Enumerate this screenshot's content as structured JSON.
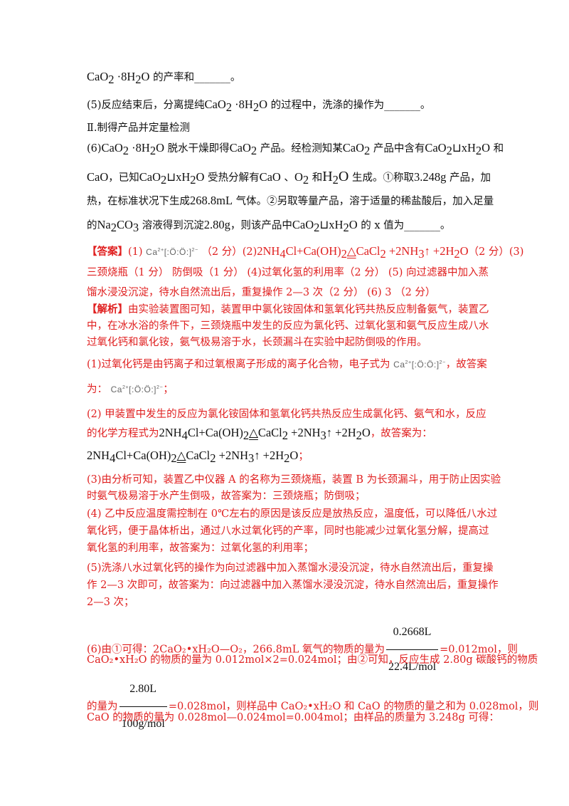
{
  "q_line1": [
    "CaO",
    "2",
    " ·8H",
    "2",
    "O",
    " 的产率和_______。"
  ],
  "q5": [
    "(5)反应结束后，分离提纯",
    "CaO",
    "2",
    " ·8H",
    "2",
    "O",
    " 的过程中，洗涤的操作为_______。"
  ],
  "section2": "Ⅱ.制得产品并定量检测",
  "q6_line1": [
    "(6)",
    "CaO",
    "2",
    " ·8H",
    "2",
    "O",
    " 脱水干燥即得",
    "CaO",
    "2",
    " 产品。经检测知某",
    "CaO",
    "2",
    " 产品中含有",
    "CaO",
    "2",
    "⊔xH",
    "2",
    "O",
    " 和"
  ],
  "q6_line2": [
    "CaO",
    "，已知",
    "CaO",
    "2",
    "⊔xH",
    "2",
    "O",
    " 受热分解有",
    "CaO",
    " 、",
    "O",
    "2",
    " 和",
    "H",
    "2",
    "O",
    " 生成。①称取",
    "3.248g",
    " 产品，加"
  ],
  "q6_line3": [
    "热，在标准状况下生成",
    "268.8mL",
    " 气体。②另取等量产品，溶于适量的稀盐酸后，加入足量"
  ],
  "q6_line4": [
    "的",
    "Na",
    "2",
    "CO",
    "3",
    " 溶液得到沉淀",
    "2.80g",
    "，则该产品中",
    "CaO",
    "2",
    "⊔xH",
    "2",
    "O",
    " 的 x 值为_______。"
  ],
  "answer": {
    "label": "【答案】",
    "line1": [
      "(1)",
      "Ca",
      "2+",
      "[:Ö:Ö:]",
      "2−",
      "（2 分）(2)",
      "2NH",
      "4",
      "Cl+Ca(OH)",
      "2",
      "△",
      "CaCl",
      "2",
      " +2NH",
      "3",
      "↑",
      " +2H",
      "2",
      "O",
      "（2 分）(3)"
    ],
    "line2": "三颈烧瓶（1 分）    防倒吸（1 分）  (4)过氧化氢的利用率（2 分）      (5)  向过滤器中加入蒸",
    "line3": "馏水浸没沉淀，待水自然流出后，重复操作 2—3 次（2 分）      (6) 3  （2 分）"
  },
  "analysis": {
    "label": "【解析】",
    "line1": "由实验装置图可知，装置甲中氯化铵固体和氢氧化钙共热反应制备氨气，装置乙",
    "line2": "中，在冰水浴的条件下，三颈烧瓶中发生的反应为氯化钙、过氧化氢和氨气反应生成八水",
    "line3": "过氧化钙和氯化铵，氨气极易溶于水，长颈漏斗在实验中起防倒吸的作用。",
    "p1_a": "(1)过氧化钙是由钙离子和过氧根离子形成的离子化合物，电子式为",
    "p1_b": "，故答案",
    "p1_c": "为：",
    "p1_d": "；",
    "p2_a": "(2)  甲装置中发生的反应为氯化铵固体和氢氧化钙共热反应生成氯化钙、氨气和水，反应",
    "p2_b": "的化学方程式为",
    "p2_c": "，故答案为：",
    "p2_d": "；",
    "p3_a": "(3)由分析可知，装置乙中仪器 A 的名称为三颈烧瓶，装置 B 为长颈漏斗，用于防止因实验",
    "p3_b": "时氨气极易溶于水产生倒吸，故答案为：三颈烧瓶；防倒吸；",
    "p4_a": "(4)  乙中反应温度需控制在 0℃左右的原因是该反应是放热反应，温度低，可以降低八水过",
    "p4_b": "氧化钙，便于晶体析出，通过八水过氧化钙的产率，同时也能减少过氧化氢分解，提高过",
    "p4_c": "氧化氢的利用率，故答案为：过氧化氢的利用率；",
    "p5_a": "(5)洗涤八水过氧化钙的操作为向过滤器中加入蒸馏水浸没沉淀，待水自然流出后，重复操",
    "p5_b": "作 2—3 次即可，故答案为：向过滤器中加入蒸馏水浸没沉淀，待水自然流出后，重复操作",
    "p5_c": "2—3 次；",
    "p6_a": "(6)由①可得：2CaO₂•xH₂O—O₂，266.8mL 氧气的物质的量为",
    "p6_frac1_num": "0.2668L",
    "p6_frac1_den": "22.4L/mol",
    "p6_b": "=0.012mol，则",
    "p6_c": "CaO₂•xH₂O 的物质的量为 0.012mol×2=0.024mol；由②可知，反应生成 2.80g 碳酸钙的物质",
    "p6_d": "的量为",
    "p6_frac2_num": "2.80L",
    "p6_frac2_den": "100g/mol",
    "p6_e": "=0.028mol，则样品中 CaO₂•xH₂O 和 CaO 的物质的量之和为 0.028mol，则",
    "p6_f": "CaO 的物质的量为 0.028mol—0.024mol=0.004mol；由样品的质量为 3.248g 可得："
  },
  "equation": [
    "2NH",
    "4",
    "Cl+Ca(OH)",
    "2",
    "△",
    "CaCl",
    "2",
    " +2NH",
    "3",
    "↑",
    " +2H",
    "2",
    "O"
  ],
  "edot": [
    "Ca",
    "2+",
    "[:Ö:Ö:]",
    "2−"
  ]
}
